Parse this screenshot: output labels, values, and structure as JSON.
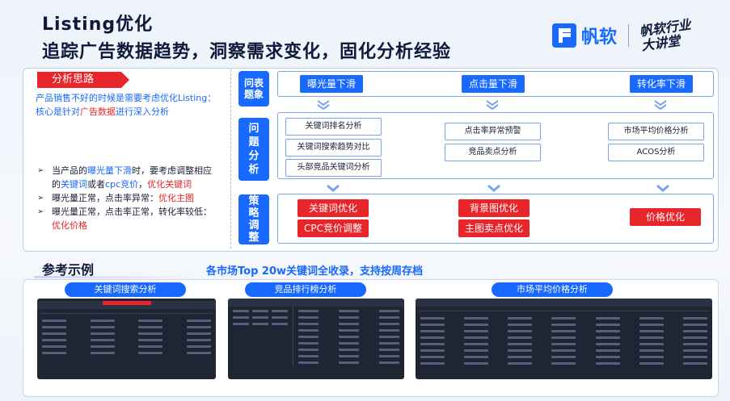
{
  "header": {
    "title_line1": "Listing优化",
    "title_line2": "追踪广告数据趋势，洞察需求变化，固化分析经验",
    "logo_text": "帆软",
    "slogan_line1": "帆软行业",
    "slogan_line2": "大讲堂"
  },
  "analysis": {
    "section_title": "分析思路",
    "intro_a": "产品销售不好的时候是需要考虑优化Listing：",
    "intro_b": "核心是针对",
    "intro_c": "广告数据",
    "intro_d": "进行深入分析",
    "b1_a": "当产品的",
    "b1_b": "曝光量下滑",
    "b1_c": "时，要考虑调整相应的",
    "b1_d": "关键词",
    "b1_e": "或者",
    "b1_f": "cpc竞价",
    "b1_g": "，",
    "b1_h": "优化关键词",
    "b2_a": "曝光量正常，点击率异常：",
    "b2_b": "优化主图",
    "b3_a": "曝光量正常，点击率正常，转化率较低：",
    "b3_b": "优化价格"
  },
  "rows": {
    "row1_label": "问表题象",
    "row2_label": "问题分析",
    "row3_label": "策略调整",
    "col1_phenomenon": "曝光量下滑",
    "col2_phenomenon": "点击量下滑",
    "col3_phenomenon": "转化率下滑",
    "col1_analysis": [
      "关键词排名分析",
      "关键词搜索趋势对比",
      "头部竞品关键词分析"
    ],
    "col2_analysis": [
      "点击率异常预警",
      "竞品卖点分析"
    ],
    "col3_analysis": [
      "市场平均价格分析",
      "ACOS分析"
    ],
    "col1_strategy": [
      "关键词优化",
      "CPC竞价调整"
    ],
    "col2_strategy": [
      "背景图优化",
      "主图卖点优化"
    ],
    "col3_strategy": [
      "价格优化"
    ]
  },
  "examples": {
    "title": "参考示例",
    "subtitle": "各市场Top 20w关键词全收录，支持按周存档",
    "tab1": "关键词搜索分析",
    "tab2": "竞品排行榜分析",
    "tab3": "市场平均价格分析"
  },
  "colors": {
    "accent": "#1769ff",
    "alert": "#e8252a"
  }
}
